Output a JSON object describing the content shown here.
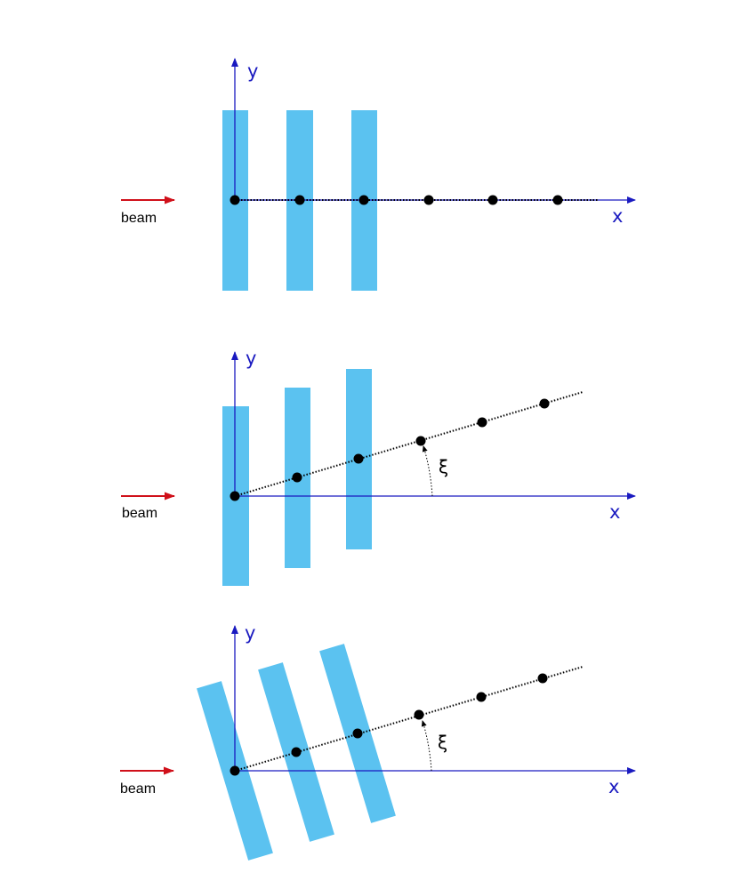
{
  "colors": {
    "plate": "#5bc2f0",
    "axis": "#1a1ac0",
    "beam_arrow": "#d0101a",
    "track": "#000000",
    "point": "#000000"
  },
  "labels": {
    "x": "x",
    "y": "y",
    "beam": "beam",
    "angle": "ξ"
  },
  "panels": [
    {
      "id": "panel-1-no-tilt",
      "plates": 3,
      "points": 6
    },
    {
      "id": "panel-2-track-tilted",
      "plates": 3,
      "points": 6
    },
    {
      "id": "panel-3-track-and-plates-tilted",
      "plates": 3,
      "points": 6
    }
  ]
}
